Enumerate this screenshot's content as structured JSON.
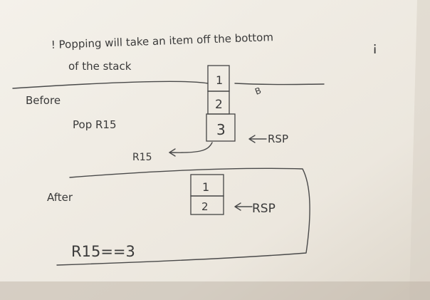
{
  "note": {
    "line1": "! Popping will take an item off the bottom",
    "line1_mark": "¡",
    "line2": "of the stack",
    "before_label": "Before",
    "before_instruction": "Pop R15",
    "before_stack": [
      "1",
      "2",
      "3"
    ],
    "before_pointer": "RSP",
    "popped_target": "R15",
    "corner_mark": "B",
    "after_label": "After",
    "after_stack": [
      "1",
      "2"
    ],
    "after_pointer": "RSP",
    "result": "R15==3"
  },
  "colors": {
    "paper": "#f3efe8",
    "ink": "#3a3a3a",
    "background_wood": "#5a4530"
  }
}
